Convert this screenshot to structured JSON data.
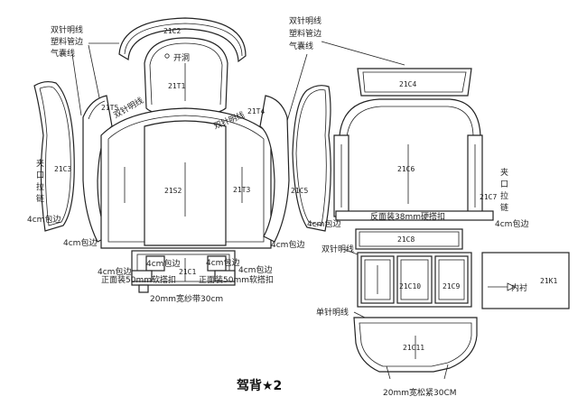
{
  "title": "驾背★2",
  "labels": {
    "dbl_stitch_top": "双针明线",
    "plastic_piping_top": "塑料管边",
    "air_bag_top": "气囊线",
    "dbl_stitch_right": "双针明线",
    "plastic_piping_right": "塑料管边",
    "air_bag_right": "气囊线",
    "open_hole": "开洞",
    "dbl_stitch_21t5": "双针明线",
    "dbl_stitch_21t4": "双针明线",
    "zipper_left_1": "夹",
    "zipper_left_2": "口",
    "zipper_left_3": "拉",
    "zipper_left_4": "链",
    "zipper_right_1": "夹",
    "zipper_right_2": "口",
    "zipper_right_3": "拉",
    "zipper_right_4": "链",
    "wrap4_a": "4cm包边",
    "wrap4_b": "4cm包边",
    "wrap4_c": "4cm包边",
    "wrap4_d": "4cm包边",
    "wrap4_e": "4cm包边",
    "wrap4_f": "4cm包边",
    "wrap4_g": "4cm包边",
    "wrap4_h": "4cm包边",
    "wrap4_i": "4cm包边",
    "front_velcro_left": "正面装50mm软搭扣",
    "front_velcro_right": "正面装50mm软搭扣",
    "belt20": "20mm宽纱带30cm",
    "reverse_hard": "反面装38mm硬搭扣",
    "dbl_stitch_21c8": "双针明线",
    "single_stitch": "单针明线",
    "inner_pocket": "内衬",
    "elastic20": "20mm宽松紧30CM"
  },
  "codes": {
    "c2": "21C2",
    "t1": "21T1",
    "t5": "21T5",
    "t4": "21T4",
    "c3": "21C3",
    "s2": "21S2",
    "t3": "21T3",
    "c5": "21C5",
    "c1": "21C1",
    "c4": "21C4",
    "c6": "21C6",
    "c7": "21C7",
    "c8": "21C8",
    "c10": "21C10",
    "c9": "21C9",
    "k1": "21K1",
    "c11": "21C11"
  }
}
